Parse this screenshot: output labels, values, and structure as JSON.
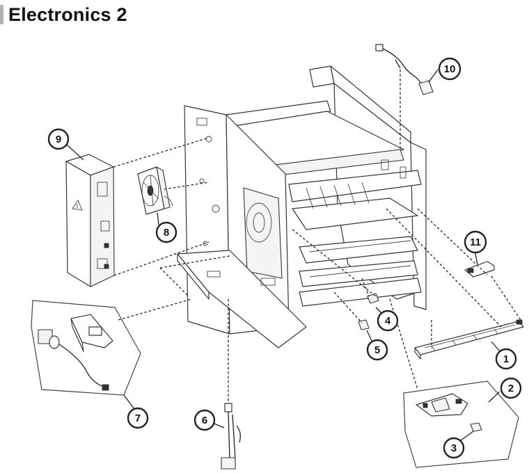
{
  "title": "Electronics 2",
  "callouts": [
    {
      "id": "1",
      "label": "1"
    },
    {
      "id": "2",
      "label": "2"
    },
    {
      "id": "3",
      "label": "3"
    },
    {
      "id": "4",
      "label": "4"
    },
    {
      "id": "5",
      "label": "5"
    },
    {
      "id": "6",
      "label": "6"
    },
    {
      "id": "7",
      "label": "7"
    },
    {
      "id": "8",
      "label": "8"
    },
    {
      "id": "9",
      "label": "9"
    },
    {
      "id": "10",
      "label": "10"
    },
    {
      "id": "11",
      "label": "11"
    }
  ],
  "colors": {
    "title_accent": "#b3b3b3",
    "line": "#222222",
    "background": "#ffffff"
  }
}
